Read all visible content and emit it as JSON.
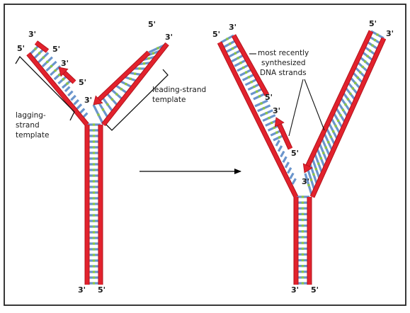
{
  "colors": {
    "strand_red": "#e2222d",
    "strand_dark": "#b2121b",
    "rung_blue": "#6a95cc",
    "rung_green": "#8cc63f",
    "frame": "#222222",
    "arrow": "#000000"
  },
  "left_fork": {
    "labels": {
      "lag_top_3": "3'",
      "lag_top_5": "5'",
      "new_3": "3'",
      "new_5": "5'",
      "lead_top_5": "5'",
      "lead_top_3": "3'",
      "lead_new_3": "3'",
      "bottom_3": "3'",
      "bottom_5": "5'"
    },
    "notes": {
      "lagging_template": [
        "lagging-",
        "strand",
        "template"
      ],
      "leading_template": [
        "leading-strand",
        "template"
      ]
    }
  },
  "right_fork": {
    "labels": {
      "lag_top_5": "5'",
      "lag_top_3": "3'",
      "frag_5": "5'",
      "new_3": "3'",
      "new_5": "5'",
      "lead_top_5": "5'",
      "lead_top_3": "3'",
      "lead_new_3": "3'",
      "bottom_3": "3'",
      "bottom_5": "5'"
    },
    "notes": {
      "recent_strands": [
        "most  recently",
        "synthesized",
        "DNA  strands"
      ]
    }
  },
  "transition_arrow": "right"
}
